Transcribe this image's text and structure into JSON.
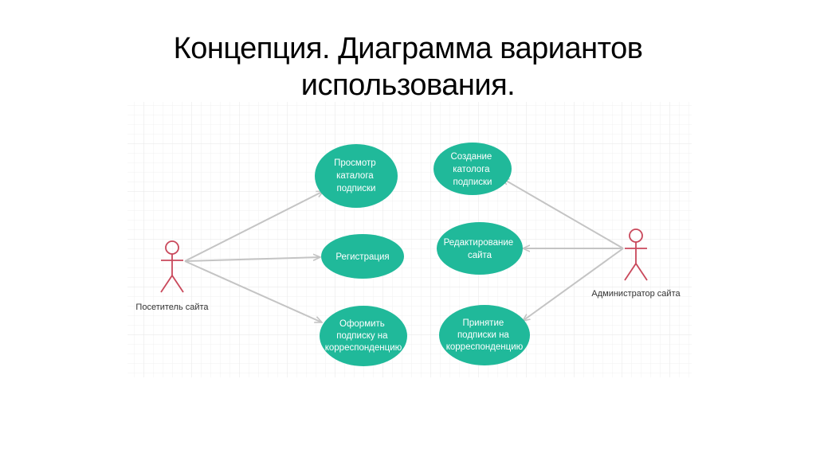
{
  "slide": {
    "title_line1": "Концепция. Диаграмма вариантов",
    "title_line2": "использования."
  },
  "colors": {
    "usecase_fill": "#20b99a",
    "usecase_text": "#ffffff",
    "actor_stroke": "#c9485b",
    "arrow": "#c4c4c4",
    "grid": "#ececec",
    "label": "#333333"
  },
  "actors": {
    "visitor": {
      "label": "Посетитель сайта"
    },
    "admin": {
      "label": "Администратор сайта"
    }
  },
  "usecases": {
    "view_catalog": {
      "lines": [
        "Просмотр",
        "каталога",
        "подписки"
      ]
    },
    "registration": {
      "lines": [
        "Регистрация"
      ]
    },
    "subscribe": {
      "lines": [
        "Оформить",
        "подписку на",
        "корреспонденцию"
      ]
    },
    "create_catalog": {
      "lines": [
        "Создание",
        "католога",
        "подписки"
      ]
    },
    "edit_site": {
      "lines": [
        "Редактирование",
        "сайта"
      ]
    },
    "accept_subscription": {
      "lines": [
        "Принятие",
        "подписки на",
        "корреспонденцию"
      ]
    }
  }
}
